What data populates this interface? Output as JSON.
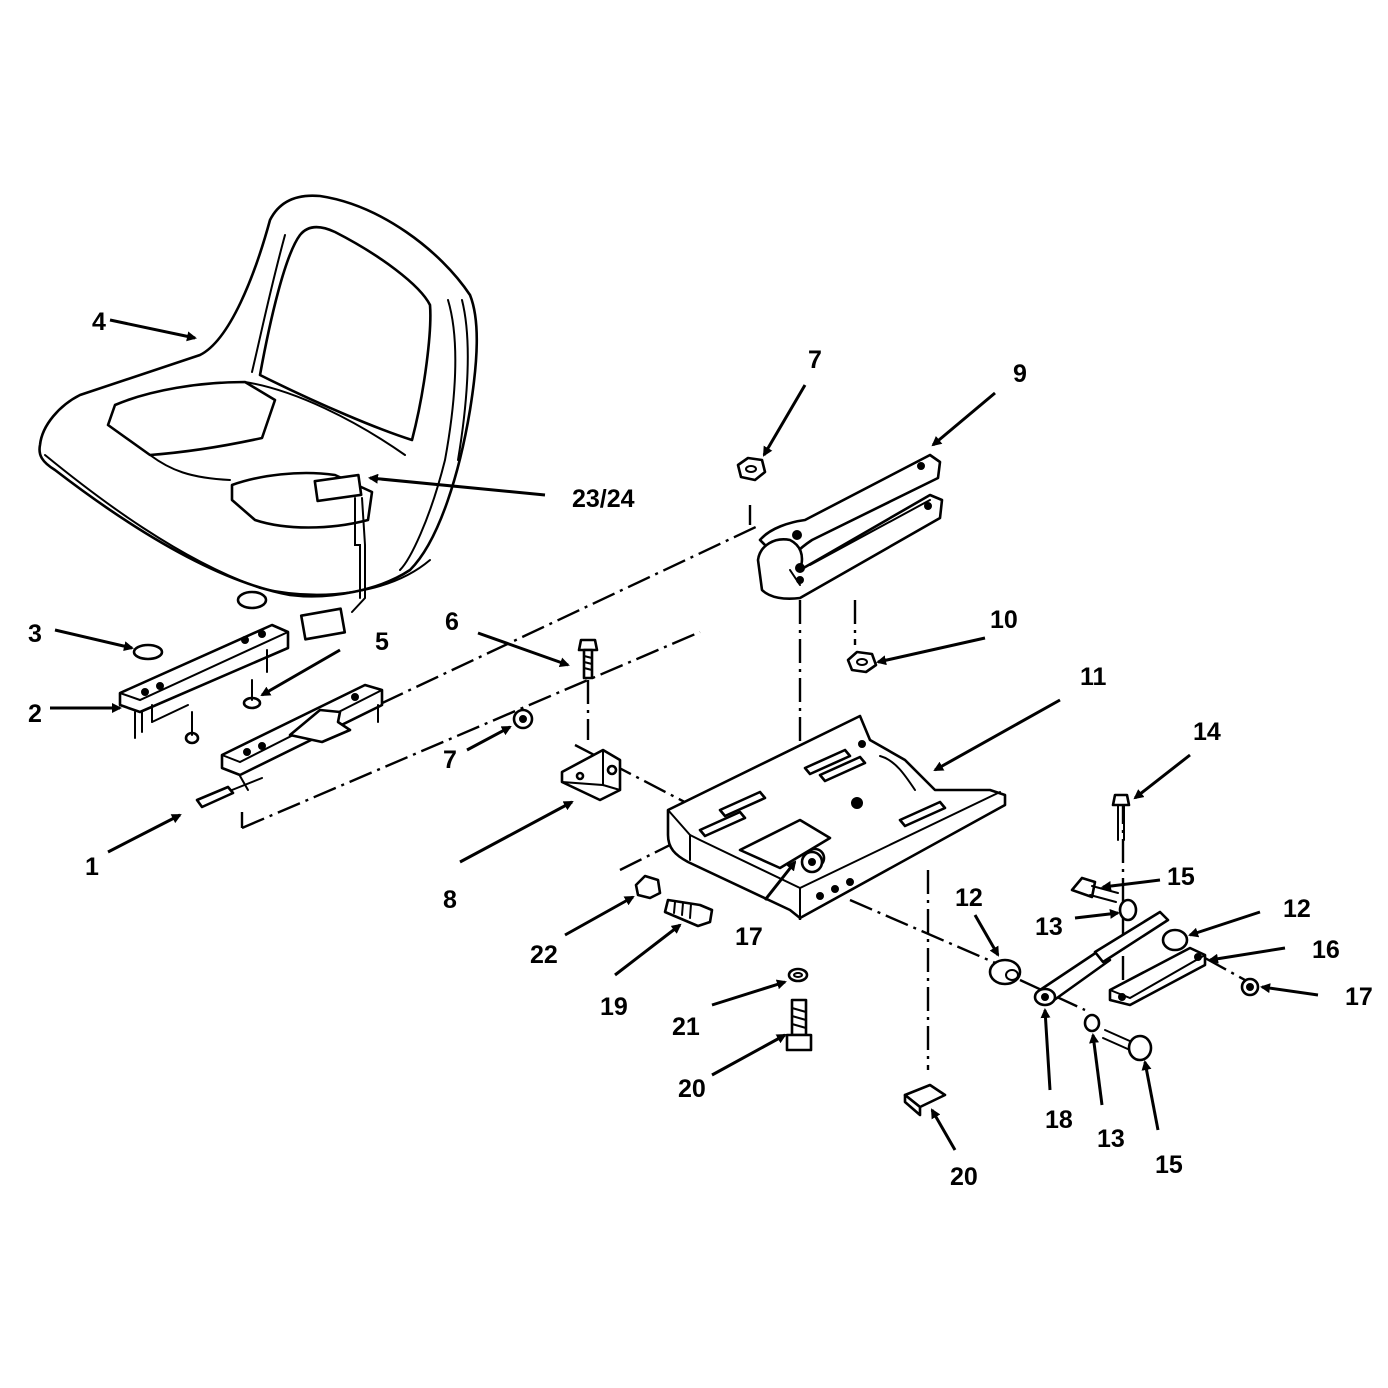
{
  "diagram": {
    "type": "exploded-parts-diagram",
    "ink_color": "#000000",
    "paper_color": "#ffffff",
    "callouts": [
      {
        "id": "c1",
        "label": "1"
      },
      {
        "id": "c2",
        "label": "2"
      },
      {
        "id": "c3",
        "label": "3"
      },
      {
        "id": "c4",
        "label": "4"
      },
      {
        "id": "c5",
        "label": "5"
      },
      {
        "id": "c6",
        "label": "6"
      },
      {
        "id": "c7a",
        "label": "7"
      },
      {
        "id": "c7b",
        "label": "7"
      },
      {
        "id": "c8",
        "label": "8"
      },
      {
        "id": "c9",
        "label": "9"
      },
      {
        "id": "c10",
        "label": "10"
      },
      {
        "id": "c11",
        "label": "11"
      },
      {
        "id": "c12a",
        "label": "12"
      },
      {
        "id": "c12b",
        "label": "12"
      },
      {
        "id": "c13a",
        "label": "13"
      },
      {
        "id": "c13b",
        "label": "13"
      },
      {
        "id": "c14",
        "label": "14"
      },
      {
        "id": "c15a",
        "label": "15"
      },
      {
        "id": "c15b",
        "label": "15"
      },
      {
        "id": "c16",
        "label": "16"
      },
      {
        "id": "c17a",
        "label": "17"
      },
      {
        "id": "c17b",
        "label": "17"
      },
      {
        "id": "c18",
        "label": "18"
      },
      {
        "id": "c19",
        "label": "19"
      },
      {
        "id": "c20a",
        "label": "20"
      },
      {
        "id": "c20b",
        "label": "20"
      },
      {
        "id": "c21",
        "label": "21"
      },
      {
        "id": "c22",
        "label": "22"
      },
      {
        "id": "c2324",
        "label": "23/24"
      }
    ]
  }
}
